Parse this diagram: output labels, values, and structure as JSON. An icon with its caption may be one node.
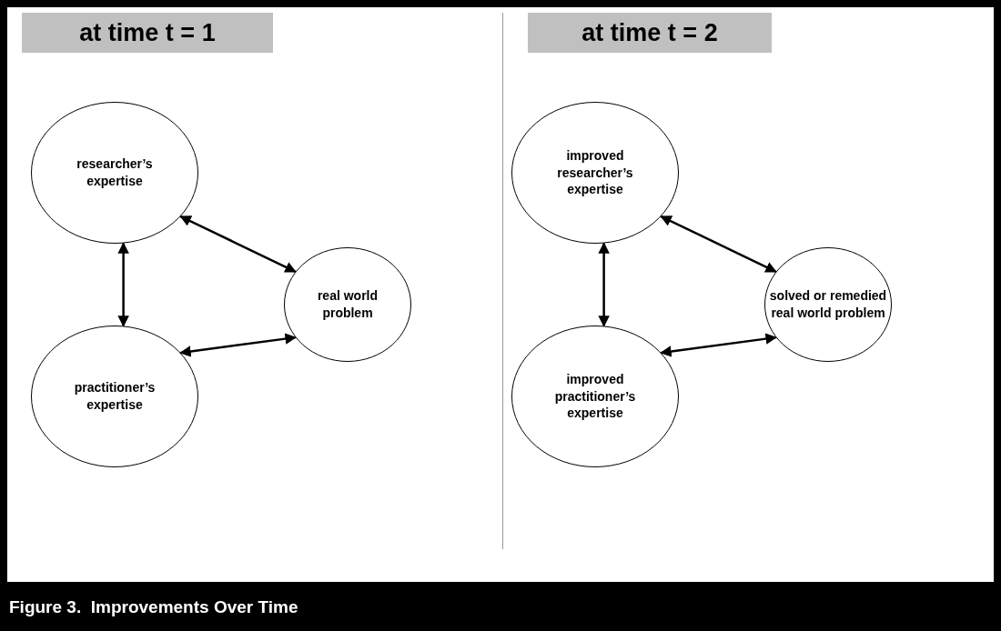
{
  "diagram": {
    "caption": "Figure 3.  Improvements Over Time",
    "nodes": [
      {
        "text": [
          "researcher’s expertise"
        ]
      },
      {
        "text": [
          "practitioner’s expertise"
        ]
      },
      {
        "text": [
          "real world problem"
        ]
      },
      {
        "text": [
          "improved researcher’s expertise"
        ]
      },
      {
        "text": [
          "improved practitioner’s expertise"
        ]
      },
      {
        "text": [
          "solved or remedied real world problem"
        ]
      }
    ],
    "edges": [
      {
        "from": 0,
        "to": 1,
        "arrow": "both"
      },
      {
        "from": 0,
        "to": 2,
        "arrow": "both"
      },
      {
        "from": 1,
        "to": 2,
        "arrow": "both"
      },
      {
        "from": 3,
        "to": 4,
        "arrow": "both"
      },
      {
        "from": 3,
        "to": 5,
        "arrow": "both"
      },
      {
        "from": 4,
        "to": 5,
        "arrow": "both"
      }
    ],
    "labels": [
      "at time t = 1",
      "at time t = 2"
    ]
  }
}
